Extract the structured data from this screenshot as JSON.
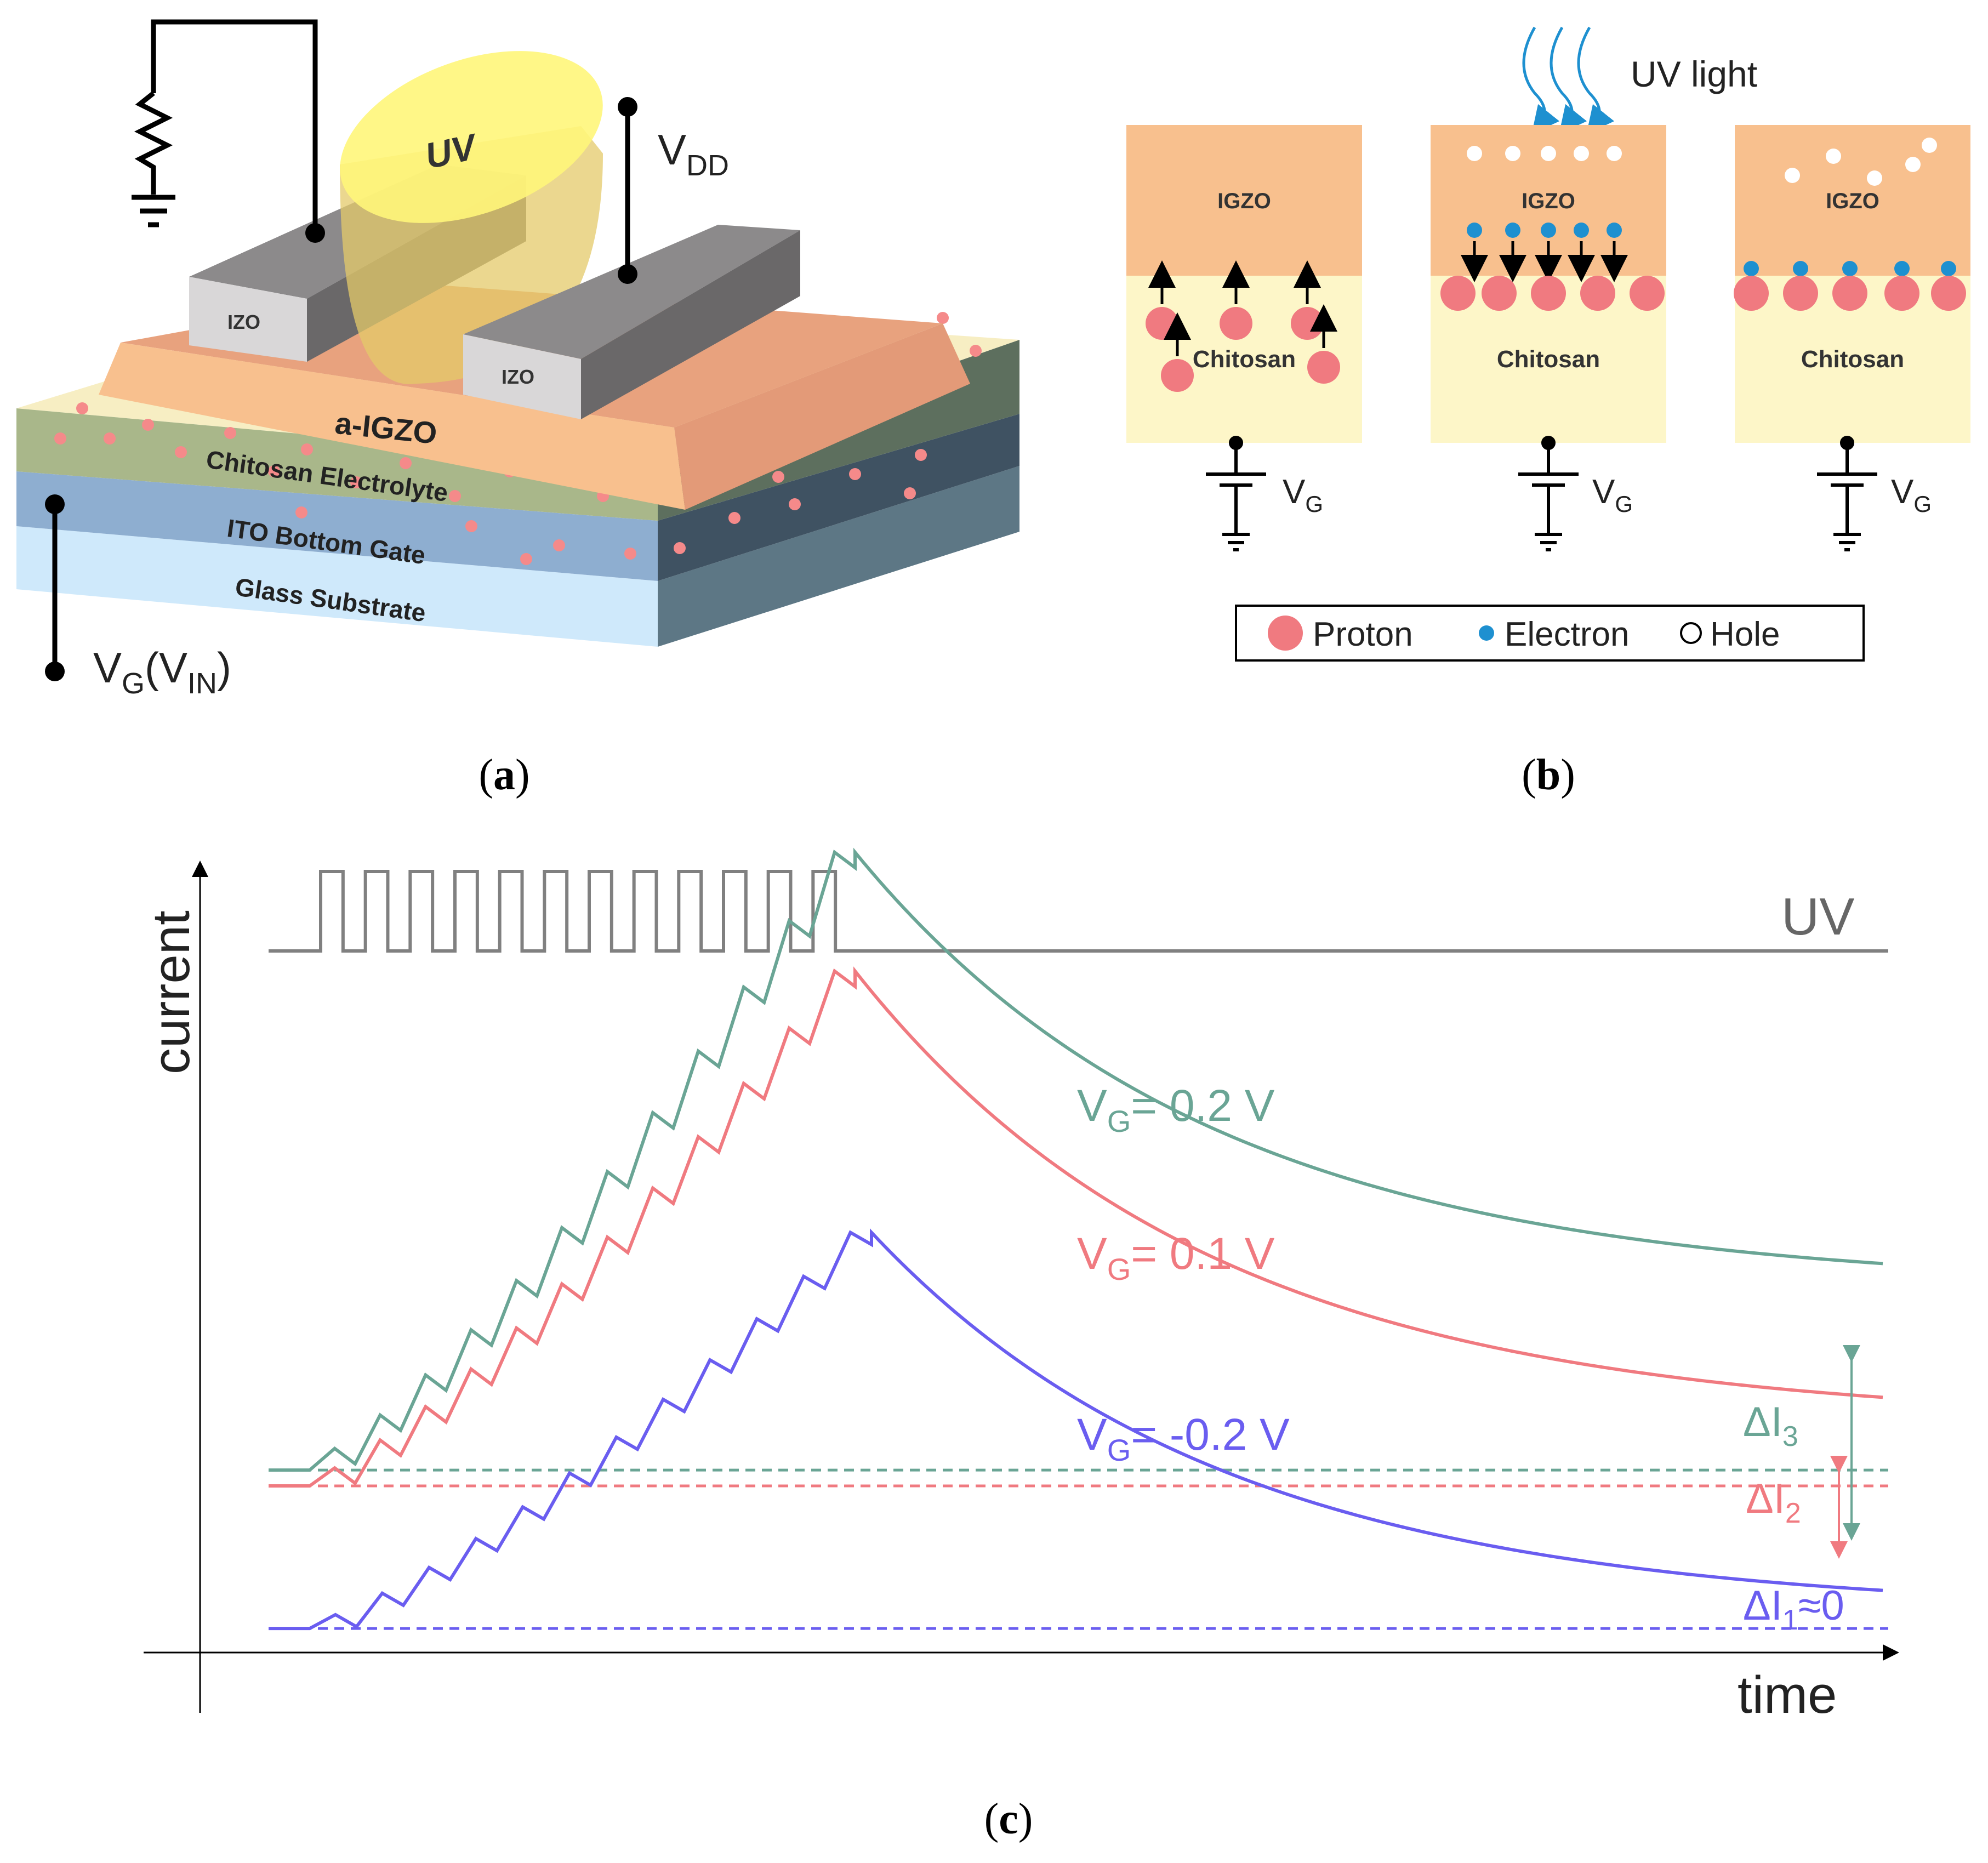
{
  "colors": {
    "green": "#6aa595",
    "red": "#f07a80",
    "blue": "#6a5df0",
    "uv": "#808080",
    "igzo": "#f8c08e",
    "chitosan": "#fdf6c8",
    "proton": "#f07a80",
    "electron": "#1e90d0",
    "ito": "#8eaed0",
    "glass": "#cfe9fb",
    "izo": "#a8a6a7"
  },
  "panel_a": {
    "caption": "a",
    "uv_label": "UV",
    "vdd_main": "V",
    "vdd_sub": "DD",
    "izo_left": "IZO",
    "izo_right": "IZO",
    "channel": "a-IGZO",
    "electrolyte": "Chitosan Electrolyte",
    "gate": "ITO Bottom Gate",
    "substrate": "Glass Substrate",
    "vg_main": "V",
    "vg_sub": "G",
    "vin_open": "(V",
    "vin_sub": "IN",
    "vin_close": ")"
  },
  "panel_b": {
    "caption": "b",
    "uv_light": "UV light",
    "igzo": "IGZO",
    "chitosan": "Chitosan",
    "vg_main": "V",
    "vg_sub": "G",
    "legend": {
      "proton": "Proton",
      "electron": "Electron",
      "hole": "Hole"
    }
  },
  "panel_c": {
    "caption": "c",
    "ylabel": "current",
    "xlabel": "time",
    "uv_label": "UV",
    "series_labels": [
      {
        "prefix": "V",
        "sub": "G",
        "value": "= 0.2 V"
      },
      {
        "prefix": "V",
        "sub": "G",
        "value": "= 0.1 V"
      },
      {
        "prefix": "V",
        "sub": "G",
        "value": "= -0.2 V"
      }
    ],
    "deltas": [
      {
        "main": "ΔI",
        "sub": "3",
        "suffix": ""
      },
      {
        "main": "ΔI",
        "sub": "2",
        "suffix": ""
      },
      {
        "main": "ΔI",
        "sub": "1",
        "suffix": "≈0"
      }
    ]
  },
  "chart_data": {
    "type": "line",
    "xlabel": "time",
    "ylabel": "current",
    "uv_pulses": 12,
    "series": [
      {
        "name": "VG= 0.2 V",
        "baseline": 0.22,
        "peak": 1.0,
        "final": 0.45
      },
      {
        "name": "VG= 0.1 V",
        "baseline": 0.2,
        "peak": 0.85,
        "final": 0.28
      },
      {
        "name": "VG= -0.2 V",
        "baseline": 0.02,
        "peak": 0.52,
        "final": 0.04
      }
    ]
  }
}
